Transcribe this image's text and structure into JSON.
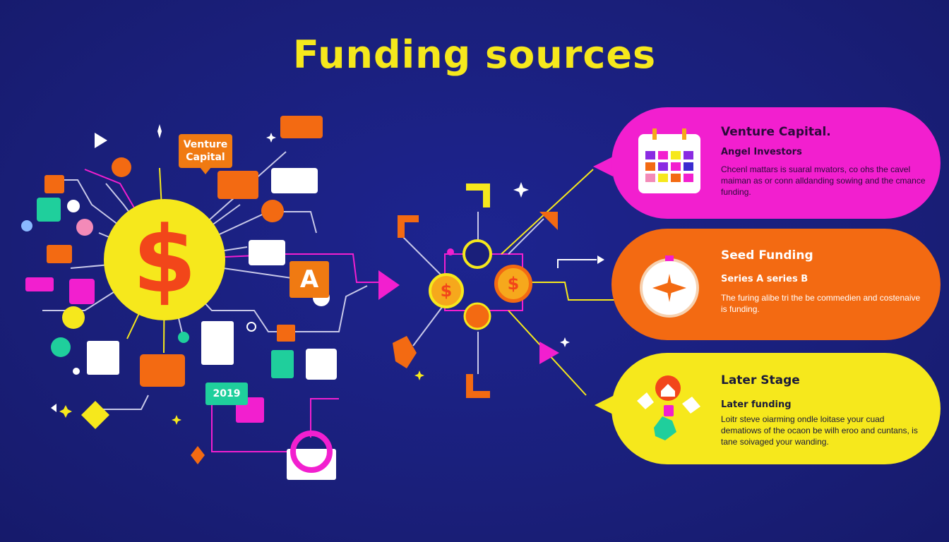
{
  "title": "Funding sources",
  "left_cluster": {
    "center_symbol": "$",
    "bubble_label": "Venture Capital",
    "tile_letter": "A",
    "year_tile": "2019"
  },
  "hub": {
    "coin_left": "$",
    "coin_right": "$"
  },
  "cards": [
    {
      "title": "Venture Capital.",
      "subtitle": "Angel Investors",
      "body": "Chcenl mattars is suaral mvators, co ohs the cavel maiman as or conn alldanding sowing and the cmance funding."
    },
    {
      "title": "Seed Funding",
      "subtitle": "Series A series B",
      "body": "The furing alibe tri the be commedien and costenaive is funding."
    },
    {
      "title": "Later Stage",
      "subtitle": "Later funding",
      "body": "Loitr steve oiarming ondle loitase your cuad dematiows of the ocaon be wilh eroo and cuntans, is tane soivaged your wanding."
    }
  ],
  "colors": {
    "background": "#1a1f7a",
    "yellow": "#f6e81c",
    "magenta": "#f21fcf",
    "orange": "#f36a12",
    "teal": "#1fcf9c"
  }
}
